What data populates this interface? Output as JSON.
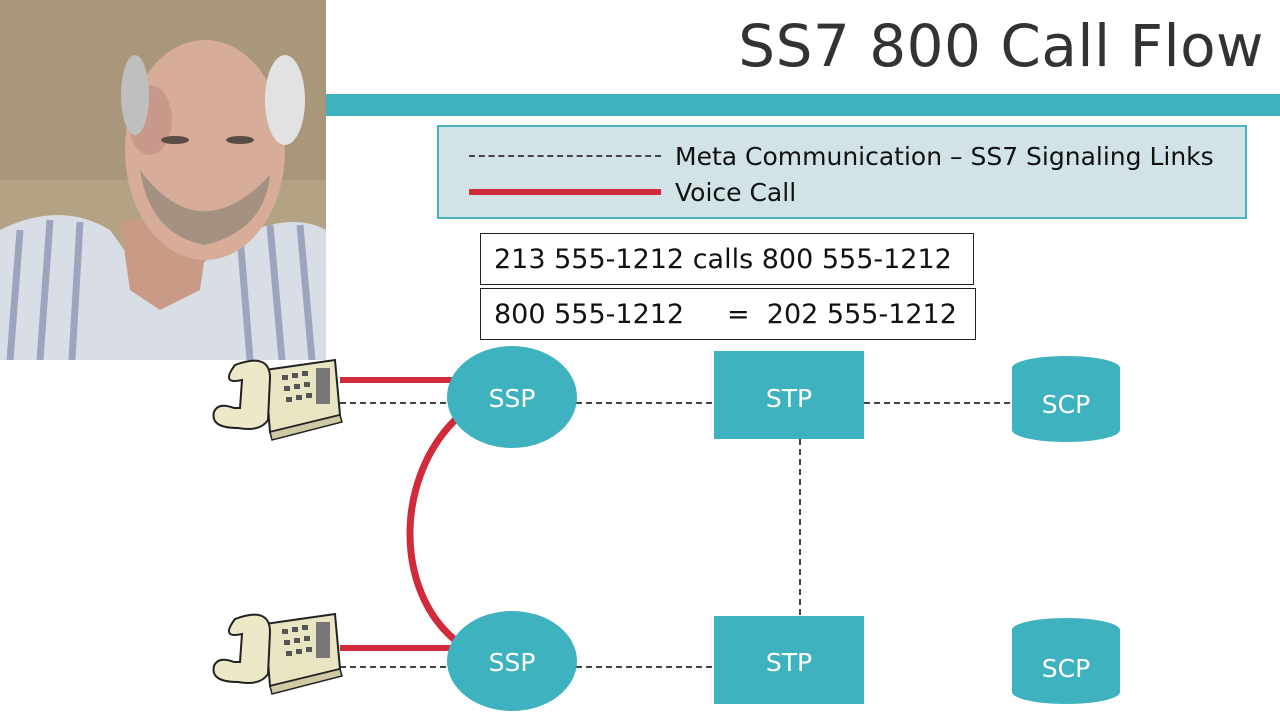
{
  "slide": {
    "title": "SS7 800 Call Flow"
  },
  "legend": {
    "signaling_label": "Meta Communication – SS7 Signaling Links",
    "voice_label": "Voice Call"
  },
  "call_info": {
    "line1": "213 555-1212 calls 800 555-1212",
    "line2": "800 555-1212     =  202 555-1212"
  },
  "nodes": {
    "ssp_top": "SSP",
    "stp_top": "STP",
    "scp_top": "SCP",
    "ssp_bottom": "SSP",
    "stp_bottom": "STP",
    "scp_bottom": "SCP"
  },
  "colors": {
    "accent": "#3fb2c0",
    "voice": "#d12a3a",
    "legend_bg": "#d2e3e8"
  },
  "icons": {
    "phone": "desk-telephone-icon"
  }
}
